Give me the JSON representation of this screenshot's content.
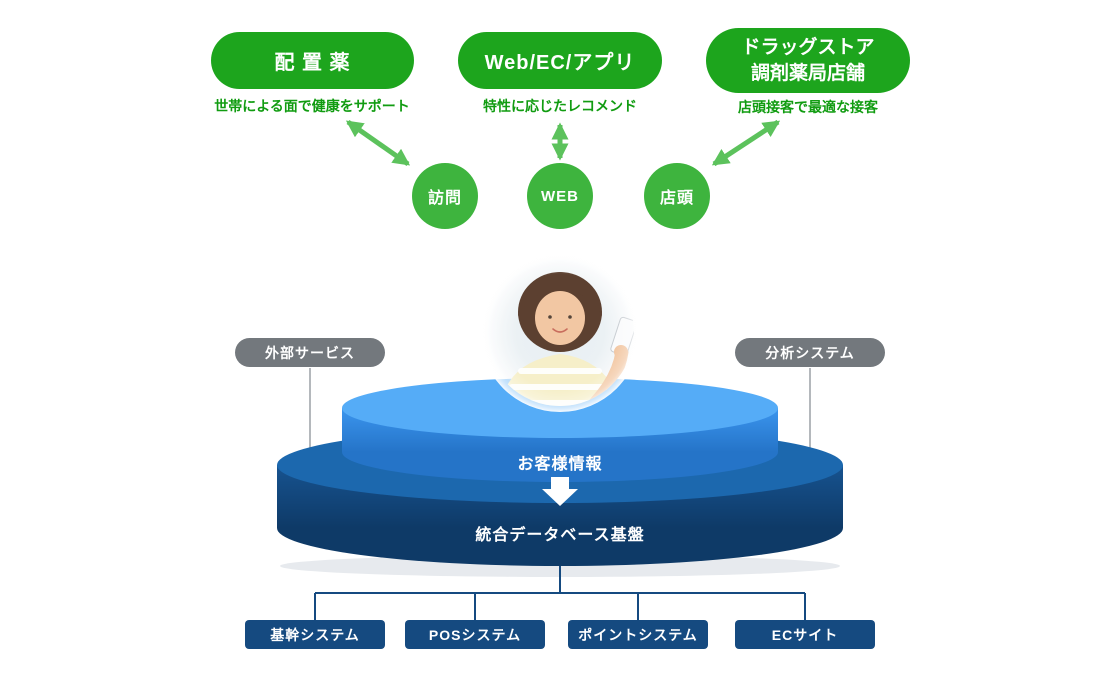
{
  "colors": {
    "green_pill": "#1da51d",
    "green_circle": "#3eb43e",
    "green_arrow": "#5cc25c",
    "green_text": "#119c11",
    "gray_pill": "#73787d",
    "navy_box": "#154a80",
    "top_disc": "#55acf7",
    "top_disc_side": "#2f86e0",
    "bottom_disc": "#1c68ae",
    "bottom_disc_side": "#11406f"
  },
  "channels": [
    {
      "title_lines": [
        "配 置 薬"
      ],
      "subtitle": "世帯による面で健康をサポート",
      "touchpoint": "訪問"
    },
    {
      "title_lines": [
        "Web/EC/アプリ"
      ],
      "subtitle": "特性に応じたレコメンド",
      "touchpoint": "WEB"
    },
    {
      "title_lines": [
        "ドラッグストア",
        "調剤薬局店舗"
      ],
      "subtitle": "店頭接客で最適な接客",
      "touchpoint": "店頭"
    }
  ],
  "side_labels": {
    "left": "外部サービス",
    "right": "分析システム"
  },
  "platform": {
    "customer_info": "お客様情報",
    "database": "統合データベース基盤"
  },
  "systems": [
    {
      "label": "基幹システム"
    },
    {
      "label": "POSシステム"
    },
    {
      "label": "ポイントシステム"
    },
    {
      "label": "ECサイト"
    }
  ]
}
